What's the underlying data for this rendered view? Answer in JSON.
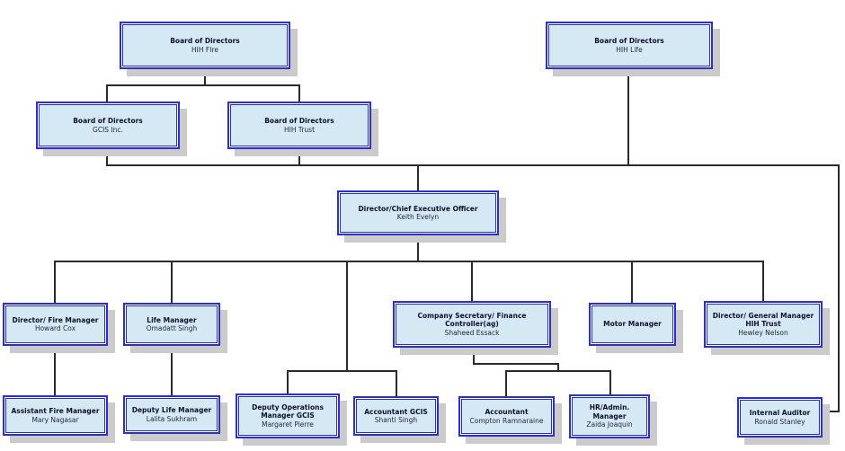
{
  "diagram": {
    "type": "org-chart",
    "nodes": {
      "bod_hih_fire": {
        "title": "Board of Directors",
        "name": "HIH FIre"
      },
      "bod_hih_life": {
        "title": "Board of Directors",
        "name": "HIH Life"
      },
      "bod_gcis": {
        "title": "Board of Directors",
        "name": "GCIS Inc."
      },
      "bod_hih_trust": {
        "title": "Board of Directors",
        "name": "HIH Trust"
      },
      "ceo": {
        "title": "Director/Chief Executive Officer",
        "name": "Keith Evelyn"
      },
      "fire_manager": {
        "title": "Director/ Fire Manager",
        "name": "Howard Cox"
      },
      "life_manager": {
        "title": "Life Manager",
        "name": "Omadatt Singh"
      },
      "company_secretary": {
        "title": "Company Secretary/ Finance Controller(ag)",
        "name": "Shaheed Essack"
      },
      "motor_manager": {
        "title": "Motor Manager",
        "name": ""
      },
      "gm_hih_trust": {
        "title": "Director/ General Manager HIH Trust",
        "name": "Hewley Nelson"
      },
      "assistant_fire_manager": {
        "title": "Assistant Fire Manager",
        "name": "Mary Nagasar"
      },
      "deputy_life_manager": {
        "title": "Deputy Life Manager",
        "name": "Lalita Sukhram"
      },
      "deputy_operations_manager": {
        "title": "Deputy Operations Manager GCIS",
        "name": "Margaret Pierre"
      },
      "accountant_gcis": {
        "title": "Accountant GCIS",
        "name": "Shanti Singh"
      },
      "accountant": {
        "title": "Accountant",
        "name": "Compton Ramnaraine"
      },
      "hr_admin_manager": {
        "title": "HR/Admin. Manager",
        "name": "Zaida Joaquin"
      },
      "internal_auditor": {
        "title": "Internal Auditor",
        "name": "Ronald Stanley"
      }
    },
    "edges": [
      {
        "from": "bod_hih_fire",
        "to": "bod_gcis"
      },
      {
        "from": "bod_hih_fire",
        "to": "bod_hih_trust"
      },
      {
        "from": "bod_gcis",
        "to": "ceo"
      },
      {
        "from": "bod_hih_trust",
        "to": "ceo"
      },
      {
        "from": "bod_hih_life",
        "to": "ceo"
      },
      {
        "from": "board_bar",
        "to": "internal_auditor"
      },
      {
        "from": "ceo",
        "to": "fire_manager"
      },
      {
        "from": "ceo",
        "to": "life_manager"
      },
      {
        "from": "ceo",
        "to": "deputy_operations_manager"
      },
      {
        "from": "ceo",
        "to": "accountant_gcis"
      },
      {
        "from": "ceo",
        "to": "company_secretary"
      },
      {
        "from": "ceo",
        "to": "motor_manager"
      },
      {
        "from": "ceo",
        "to": "gm_hih_trust"
      },
      {
        "from": "fire_manager",
        "to": "assistant_fire_manager"
      },
      {
        "from": "life_manager",
        "to": "deputy_life_manager"
      },
      {
        "from": "company_secretary",
        "to": "accountant"
      },
      {
        "from": "company_secretary",
        "to": "hr_admin_manager"
      }
    ],
    "colors": {
      "box_fill": "#d4e9f4",
      "box_border_outer": "#2d2dd4",
      "box_border_inner": "#2830b4",
      "box_shadow": "#cbcbcb",
      "connector": "#2b2b2b",
      "title_text": "#10102e",
      "name_text": "#26263e",
      "background": "#ffffff"
    }
  }
}
